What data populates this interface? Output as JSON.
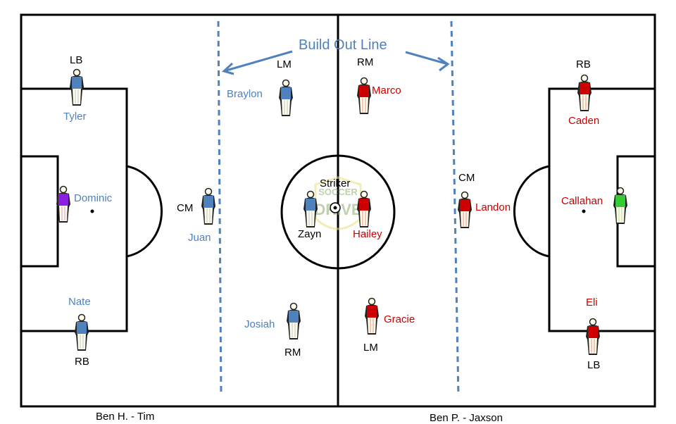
{
  "annotation": {
    "build_out_line": "Build Out Line"
  },
  "colors": {
    "blue_team": "#4f81bd",
    "red_team": "#cc0000",
    "gk_left": "#8a1fe0",
    "gk_right": "#33cc33",
    "label_blue": "#4f81bd",
    "label_red": "#cc0000"
  },
  "logo": {
    "top": "SOCCER",
    "bottom": "DRIVE"
  },
  "teams": {
    "left": "Ben H. - Tim",
    "right": "Ben P. - Jaxson"
  },
  "left_players": [
    {
      "position": "LB",
      "name": "Tyler"
    },
    {
      "position": "",
      "name": "Dominic"
    },
    {
      "position": "RB",
      "name": "Nate"
    },
    {
      "position": "CM",
      "name": "Juan"
    },
    {
      "position": "LM",
      "name": "Braylon"
    },
    {
      "position": "RM",
      "name": "Josiah"
    },
    {
      "position": "Striker",
      "name": "Zayn"
    }
  ],
  "right_players": [
    {
      "position": "RB",
      "name": "Caden"
    },
    {
      "position": "",
      "name": "Callahan"
    },
    {
      "position": "LB",
      "name": "Eli"
    },
    {
      "position": "CM",
      "name": "Landon"
    },
    {
      "position": "RM",
      "name": "Marco"
    },
    {
      "position": "LM",
      "name": "Gracie"
    },
    {
      "position": "",
      "name": "Hailey"
    }
  ]
}
